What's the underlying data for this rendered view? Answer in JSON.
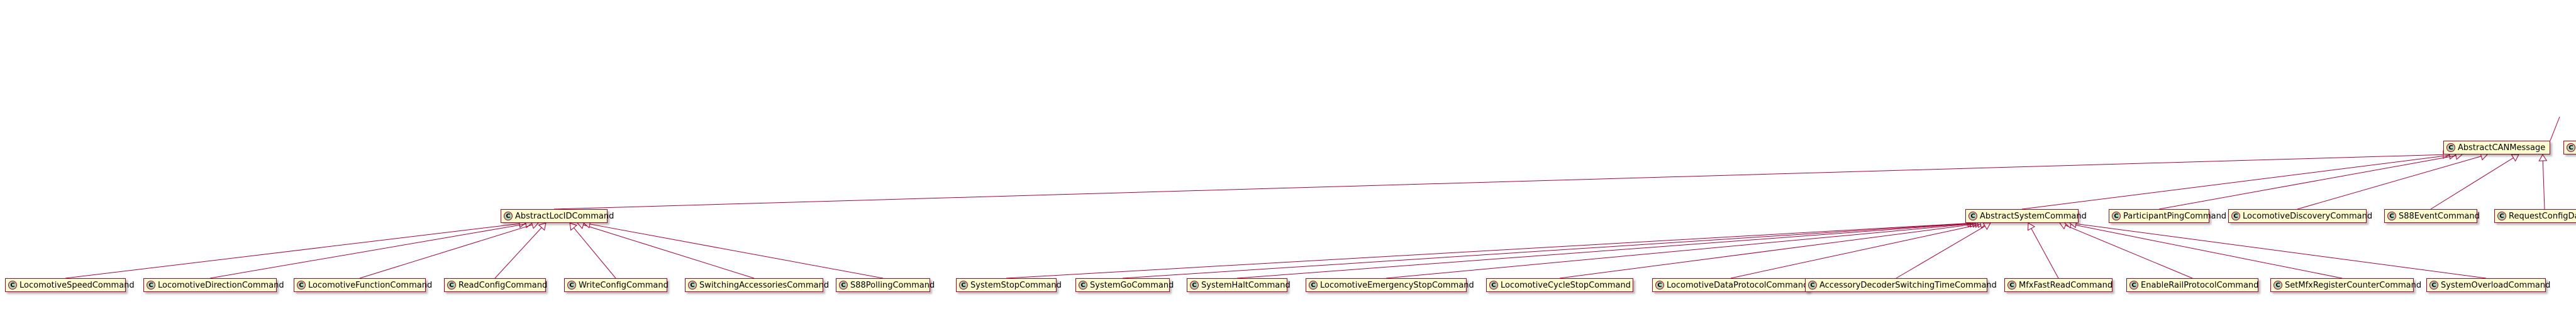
{
  "colors": {
    "line": "#a80036",
    "fill": "#fefece",
    "badge": "#add1b2"
  },
  "classes": {
    "abstract_can": {
      "name": "AbstractCANMessage",
      "kind": "C"
    },
    "can_partial": {
      "name": "",
      "kind": "C"
    },
    "abstract_loco": {
      "name": "AbstractLocIDCommand",
      "kind": "C"
    },
    "abstract_system": {
      "name": "AbstractSystemCommand",
      "kind": "C"
    },
    "participant_ping": {
      "name": "ParticipantPingCommand",
      "kind": "C"
    },
    "loco_discovery": {
      "name": "LocomotiveDiscoveryCommand",
      "kind": "C"
    },
    "s88_event": {
      "name": "S88EventCommand",
      "kind": "C"
    },
    "request_config": {
      "name": "RequestConfigDa",
      "kind": "C"
    },
    "loco_speed": {
      "name": "LocomotiveSpeedCommand",
      "kind": "C"
    },
    "loco_direction": {
      "name": "LocomotiveDirectionCommand",
      "kind": "C"
    },
    "loco_function": {
      "name": "LocomotiveFunctionCommand",
      "kind": "C"
    },
    "read_config": {
      "name": "ReadConfigCommand",
      "kind": "C"
    },
    "write_config": {
      "name": "WriteConfigCommand",
      "kind": "C"
    },
    "switching_acc": {
      "name": "SwitchingAccessoriesCommand",
      "kind": "C"
    },
    "s88_polling": {
      "name": "S88PollingCommand",
      "kind": "C"
    },
    "system_stop": {
      "name": "SystemStopCommand",
      "kind": "C"
    },
    "system_go": {
      "name": "SystemGoCommand",
      "kind": "C"
    },
    "system_halt": {
      "name": "SystemHaltCommand",
      "kind": "C"
    },
    "loco_emergency": {
      "name": "LocomotiveEmergencyStopCommand",
      "kind": "C"
    },
    "loco_cycle_stop": {
      "name": "LocomotiveCycleStopCommand",
      "kind": "C"
    },
    "loco_data_protocol": {
      "name": "LocomotiveDataProtocolCommand",
      "kind": "C"
    },
    "acc_decoder": {
      "name": "AccessoryDecoderSwitchingTimeCommand",
      "kind": "C"
    },
    "mfx_fast_read": {
      "name": "MfxFastReadCommand",
      "kind": "C"
    },
    "enable_rail": {
      "name": "EnableRailProtocolCommand",
      "kind": "C"
    },
    "set_mfx": {
      "name": "SetMfxRegisterCounterCommand",
      "kind": "C"
    },
    "system_overload": {
      "name": "SystemOverloadCommand",
      "kind": "C"
    }
  }
}
